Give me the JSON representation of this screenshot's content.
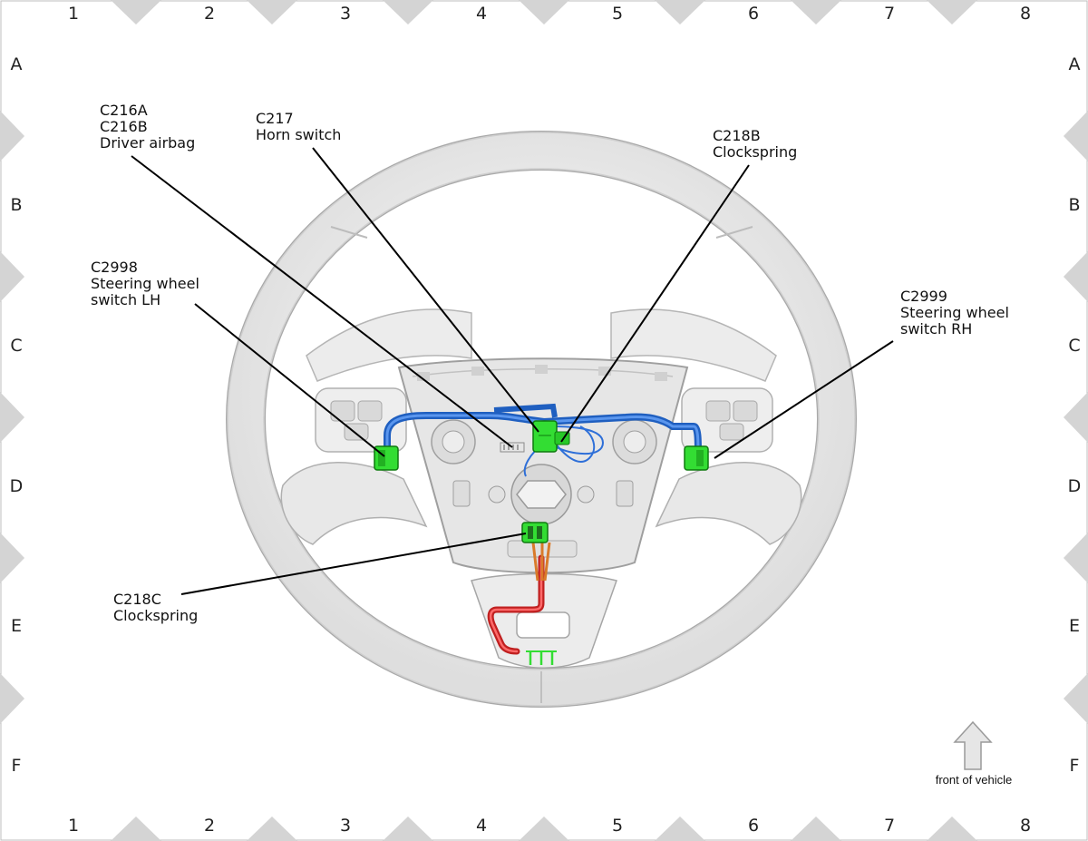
{
  "frame": {
    "columns": [
      "1",
      "2",
      "3",
      "4",
      "5",
      "6",
      "7",
      "8"
    ],
    "rows": [
      "A",
      "B",
      "C",
      "D",
      "E",
      "F"
    ]
  },
  "callouts": {
    "driver_airbag": {
      "lines": [
        "C216A",
        "C216B",
        "Driver airbag"
      ]
    },
    "horn_switch": {
      "lines": [
        "C217",
        "Horn switch"
      ]
    },
    "clockspring_b": {
      "lines": [
        "C218B",
        "Clockspring"
      ]
    },
    "switch_lh": {
      "lines": [
        "C2998",
        "Steering wheel",
        "switch LH"
      ]
    },
    "switch_rh": {
      "lines": [
        "C2999",
        "Steering wheel",
        "switch RH"
      ]
    },
    "clockspring_c": {
      "lines": [
        "C218C",
        "Clockspring"
      ]
    }
  },
  "orientation": {
    "label": "front of vehicle"
  },
  "colors": {
    "connector": "#33dd33",
    "harness_blue": "#2a6fd6",
    "harness_red": "#e03030",
    "harness_orange": "#d97a2a",
    "wheel": "#e4e4e4",
    "frame_triangle": "#d4d4d4"
  }
}
